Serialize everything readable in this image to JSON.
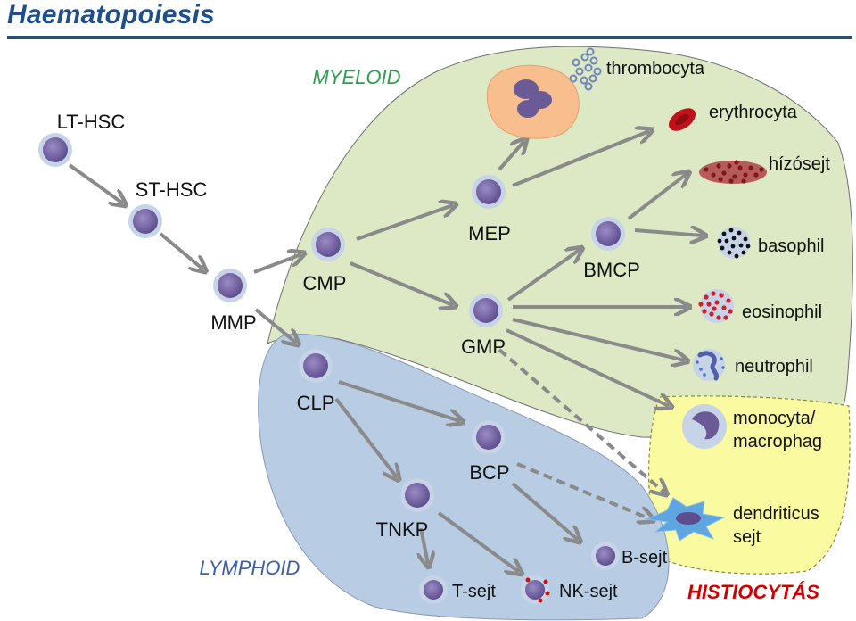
{
  "title": "Haematopoiesis",
  "regions": {
    "myeloid": "MYELOID",
    "lymphoid": "LYMPHOID",
    "histiocytic": "HISTIOCYTÁS"
  },
  "colors": {
    "title": "#1f4e8c",
    "myeloid_fill": "#dde8c4",
    "lymphoid_fill": "#b8cce4",
    "histiocytic_fill": "#fafaa0",
    "myeloid_label": "#2e9e4f",
    "lymphoid_label": "#3a5fa8",
    "histiocytic_label": "#d10000",
    "cell_body": "#7b6aa6",
    "cell_ring": "#c7d3e6",
    "arrow": "#8a8a8a"
  },
  "progenitors": {
    "lt_hsc": "LT-HSC",
    "st_hsc": "ST-HSC",
    "mmp": "MMP",
    "cmp": "CMP",
    "clp": "CLP",
    "mep": "MEP",
    "gmp": "GMP",
    "bmcp": "BMCP",
    "bcp": "BCP",
    "tnkp": "TNKP"
  },
  "mature_cells": {
    "thrombocyta": "thrombocyta",
    "erythrocyta": "erythrocyta",
    "hizosejt": "hízósejt",
    "basophil": "basophil",
    "eosinophil": "eosinophil",
    "neutrophil": "neutrophil",
    "monocyta_line1": "monocyta/",
    "monocyta_line2": "macrophag",
    "dendriticus_line1": "dendriticus",
    "dendriticus_line2": "sejt",
    "b_sejt": "B-sejt",
    "t_sejt": "T-sejt",
    "nk_sejt": "NK-sejt"
  }
}
